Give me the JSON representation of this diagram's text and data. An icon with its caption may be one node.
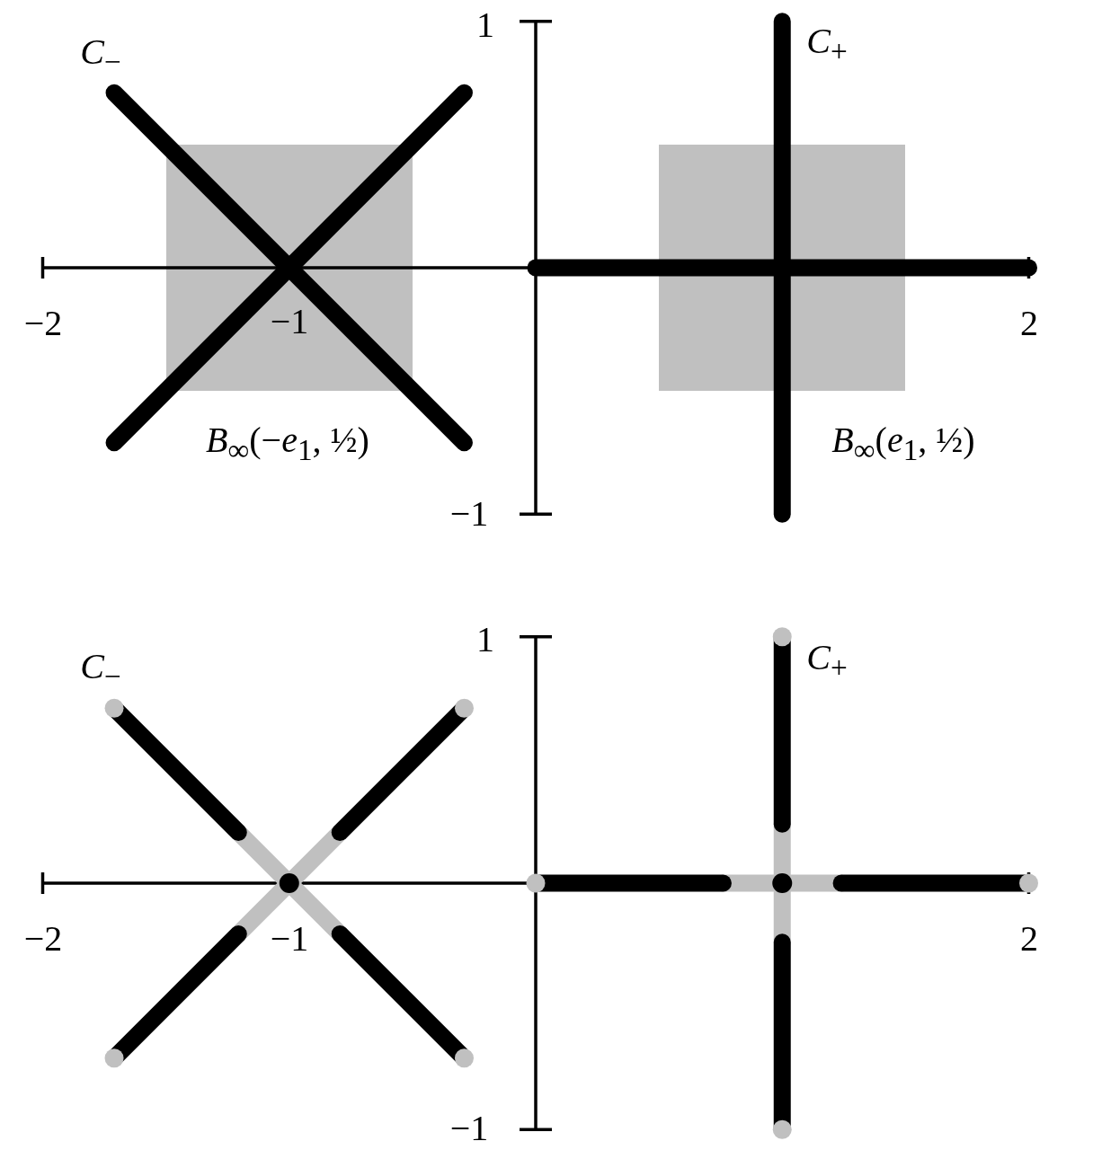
{
  "diagram": {
    "nodes": [
      {
        "text": [],
        "shape": "box",
        "beside": [
          "*B*$_{∞}$(−*e*$_{1}$, ½)"
        ]
      },
      {
        "text": [],
        "shape": "box",
        "beside": [
          "*B*$_{∞}$(*e*$_{1}$, ½)"
        ]
      }
    ],
    "labels": [
      "1",
      "*C*$_{−}$",
      "*C*$_{+}$",
      "−2",
      "−1",
      "2",
      "−1",
      "1",
      "*C*$_{−}$",
      "*C*$_{+}$",
      "−2",
      "−1",
      "2",
      "−1"
    ]
  }
}
